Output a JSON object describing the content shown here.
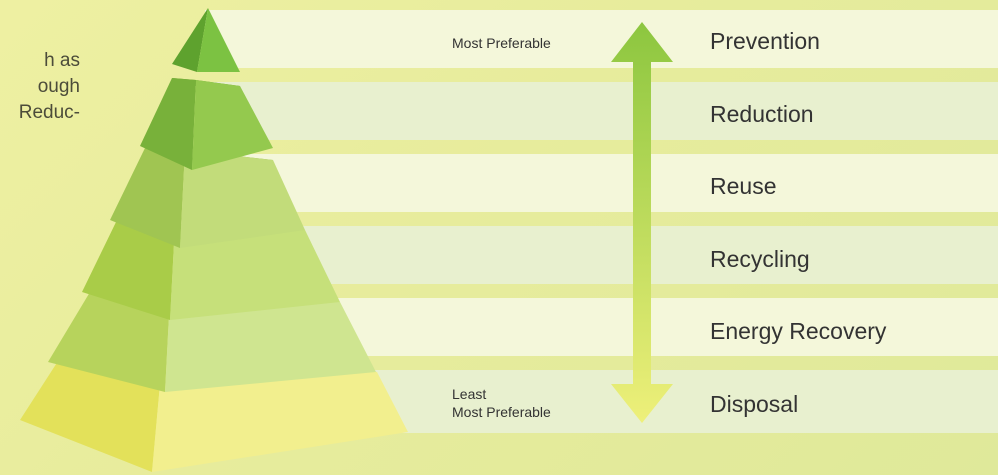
{
  "side_text": [
    "h as",
    "ough",
    "Reduc-"
  ],
  "hierarchy": {
    "levels": [
      {
        "label": "Prevention"
      },
      {
        "label": "Reduction"
      },
      {
        "label": "Reuse"
      },
      {
        "label": "Recycling"
      },
      {
        "label": "Energy Recovery"
      },
      {
        "label": "Disposal"
      }
    ],
    "top_label": "Most Preferable",
    "bottom_label_line1": "Least",
    "bottom_label_line2": "Most Preferable"
  },
  "colors": {
    "band_light": "#f4f7da",
    "band_alt": "#e8f0cf",
    "arrow_top": "#8cc63f",
    "arrow_bottom": "#eef07a",
    "pyramid_tiers": [
      {
        "left": "#5ea22e",
        "right": "#7cc242"
      },
      {
        "left": "#78b13a",
        "right": "#94c94e"
      },
      {
        "left": "#a0c552",
        "right": "#c2dc7a"
      },
      {
        "left": "#a9cc48",
        "right": "#c6e07a"
      },
      {
        "left": "#b7d35c",
        "right": "#cfe590"
      },
      {
        "left": "#e3e15a",
        "right": "#f2ef8e"
      }
    ]
  }
}
